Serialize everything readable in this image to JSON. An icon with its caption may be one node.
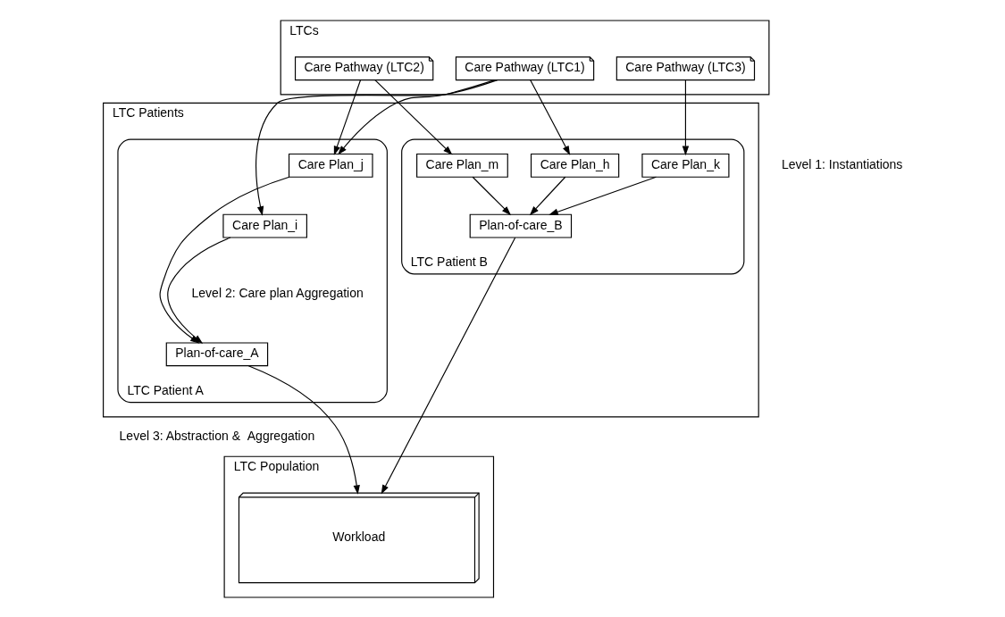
{
  "diagram": {
    "nodes": [
      {
        "text": [
          "LTCs"
        ]
      },
      {
        "text": [
          "Care Pathway (LTC1)"
        ],
        "in": 0
      },
      {
        "text": [
          "Care Pathway (LTC2)"
        ],
        "in": 0
      },
      {
        "text": [
          "Care Pathway (LTC3)"
        ],
        "in": 0
      },
      {
        "text": [
          "LTC Patients"
        ]
      },
      {
        "text": [
          "LTC Patient A"
        ],
        "in": 4
      },
      {
        "text": [
          "Care Plan_i"
        ],
        "in": 5
      },
      {
        "text": [
          "Care Plan_j"
        ],
        "in": 5
      },
      {
        "text": [
          "Plan-of-care_A"
        ],
        "in": 5
      },
      {
        "text": [
          "LTC Patient B"
        ],
        "in": 4
      },
      {
        "text": [
          "Care Plan_h"
        ],
        "in": 9
      },
      {
        "text": [
          "Care Plan_m"
        ],
        "in": 9
      },
      {
        "text": [
          "Care Plan_k"
        ],
        "in": 9
      },
      {
        "text": [
          "Plan-of-care_B"
        ],
        "in": 9
      },
      {
        "text": [
          "LTC Population"
        ]
      },
      {
        "text": [
          "Workload"
        ],
        "in": 14
      }
    ],
    "edges": [
      {
        "from": 1,
        "to": 6,
        "arrow": "to"
      },
      {
        "from": 1,
        "to": 7,
        "arrow": "to"
      },
      {
        "from": 1,
        "to": 10,
        "arrow": "to"
      },
      {
        "from": 2,
        "to": 7,
        "arrow": "to"
      },
      {
        "from": 2,
        "to": 11,
        "arrow": "to"
      },
      {
        "from": 3,
        "to": 12,
        "arrow": "to"
      },
      {
        "from": 6,
        "to": 8,
        "arrow": "to"
      },
      {
        "from": 7,
        "to": 8,
        "arrow": "to"
      },
      {
        "from": 10,
        "to": 13,
        "arrow": "to"
      },
      {
        "from": 11,
        "to": 13,
        "arrow": "to"
      },
      {
        "from": 12,
        "to": 13,
        "arrow": "to"
      },
      {
        "from": 8,
        "to": 15,
        "arrow": "to"
      },
      {
        "from": 13,
        "to": 15,
        "arrow": "to"
      }
    ],
    "labels": [
      "Level 1: Instantiations",
      "Level 2: Care plan Aggregation",
      "Level 3: Abstraction &  Aggregation"
    ]
  }
}
